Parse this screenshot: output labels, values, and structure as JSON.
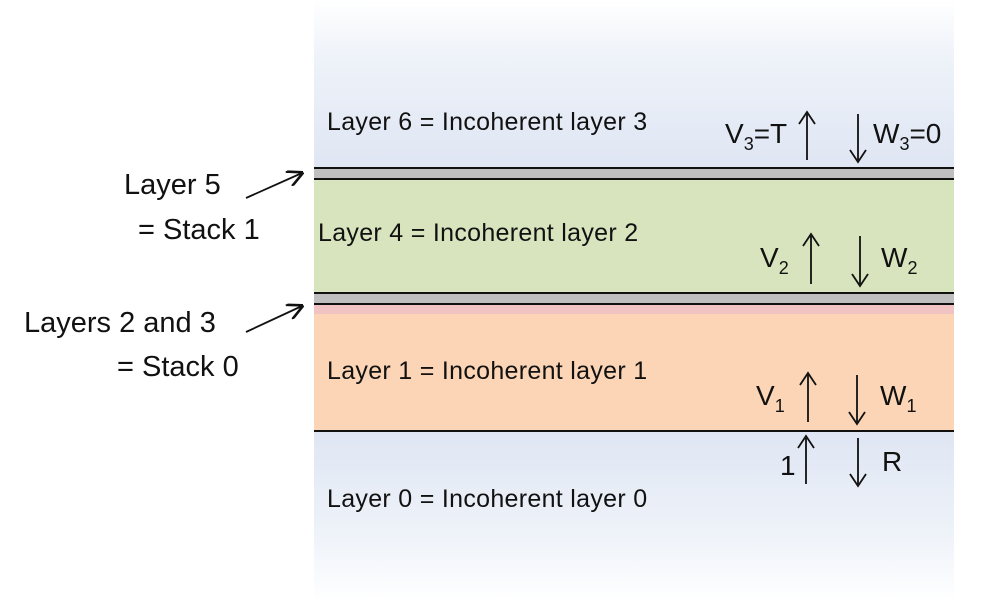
{
  "layers": {
    "layer6": "Layer 6 = Incoherent layer 3",
    "layer4": "Layer 4 = Incoherent layer 2",
    "layer1": "Layer 1 = Incoherent layer 1",
    "layer0": "Layer 0 = Incoherent layer 0"
  },
  "stack_labels": {
    "stack1_line1": "Layer 5",
    "stack1_line2": "= Stack 1",
    "stack0_line1": "Layers 2 and 3",
    "stack0_line2": "= Stack 0"
  },
  "waves": {
    "v3": "V",
    "v3_sub": "3",
    "v3_suffix": "=T",
    "w3": "W",
    "w3_sub": "3",
    "w3_suffix": "=0",
    "v2": "V",
    "v2_sub": "2",
    "w2": "W",
    "w2_sub": "2",
    "v1": "V",
    "v1_sub": "1",
    "w1": "W",
    "w1_sub": "1",
    "incident": "1",
    "reflected": "R"
  },
  "colors": {
    "ambient_blue": "#dfe6f3",
    "layer4_green": "#d7e4bd",
    "layer1_orange": "#fbd5b5",
    "stack_gray": "#bfbfbf",
    "stack_pink": "#f2c3c3",
    "line": "#111111"
  }
}
